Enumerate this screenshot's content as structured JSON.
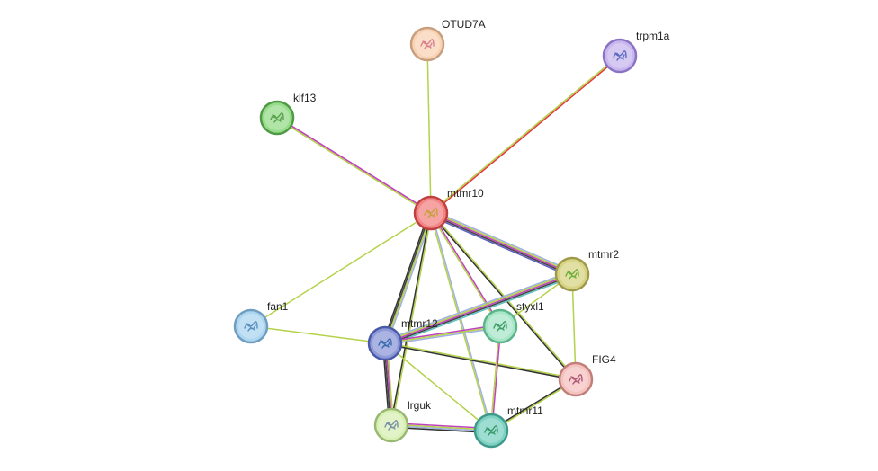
{
  "network": {
    "nodes": [
      {
        "id": "OTUD7A",
        "label": "OTUD7A",
        "fill": "#f9d3b6",
        "stroke": "#c79f7e",
        "art": "#d9808f"
      },
      {
        "id": "trpm1a",
        "label": "trpm1a",
        "fill": "#c8b7ee",
        "stroke": "#8a72c4",
        "art": "#5b6cc0"
      },
      {
        "id": "klf13",
        "label": "klf13",
        "fill": "#96dc8a",
        "stroke": "#4f9a44",
        "art": "#5aa04e"
      },
      {
        "id": "mtmr10",
        "label": "mtmr10",
        "fill": "#f28585",
        "stroke": "#c23f3f",
        "art": "#c8a040"
      },
      {
        "id": "mtmr2",
        "label": "mtmr2",
        "fill": "#d8d486",
        "stroke": "#9e9a4a",
        "art": "#6cae3a"
      },
      {
        "id": "fan1",
        "label": "fan1",
        "fill": "#aed6f0",
        "stroke": "#6f9ec0",
        "art": "#5a8fbe"
      },
      {
        "id": "styxl1",
        "label": "styxl1",
        "fill": "#a8e6c8",
        "stroke": "#5db48a",
        "art": "#3e9e6a"
      },
      {
        "id": "mtmr12",
        "label": "mtmr12",
        "fill": "#8e9ad8",
        "stroke": "#4a5aa8",
        "art": "#3a6ab0"
      },
      {
        "id": "FIG4",
        "label": "FIG4",
        "fill": "#f4c3c0",
        "stroke": "#c27f7a",
        "art": "#b05a78"
      },
      {
        "id": "lrguk",
        "label": "lrguk",
        "fill": "#d8f0b4",
        "stroke": "#98b874",
        "art": "#7a8fa8"
      },
      {
        "id": "mtmr11",
        "label": "mtmr11",
        "fill": "#7ed2c2",
        "stroke": "#3f9a8c",
        "art": "#3a9a6e"
      }
    ],
    "edges": [
      {
        "source": "mtmr10",
        "target": "OTUD7A",
        "colors": [
          "#b4d24a"
        ]
      },
      {
        "source": "mtmr10",
        "target": "trpm1a",
        "colors": [
          "#b4d24a",
          "#e03a3a"
        ]
      },
      {
        "source": "mtmr10",
        "target": "klf13",
        "colors": [
          "#b4d24a",
          "#c040c0"
        ]
      },
      {
        "source": "mtmr10",
        "target": "fan1",
        "colors": [
          "#b4d24a"
        ]
      },
      {
        "source": "mtmr10",
        "target": "mtmr2",
        "colors": [
          "#a0b0e0",
          "#b4d24a",
          "#c040c0",
          "#444444",
          "#6060c0"
        ]
      },
      {
        "source": "mtmr10",
        "target": "mtmr12",
        "colors": [
          "#a0b0e0",
          "#b4d24a",
          "#444444",
          "#333333"
        ]
      },
      {
        "source": "mtmr10",
        "target": "styxl1",
        "colors": [
          "#c040c0",
          "#b4d24a"
        ]
      },
      {
        "source": "mtmr10",
        "target": "FIG4",
        "colors": [
          "#b4d24a",
          "#333333"
        ]
      },
      {
        "source": "mtmr10",
        "target": "lrguk",
        "colors": [
          "#b4d24a",
          "#333333"
        ]
      },
      {
        "source": "mtmr10",
        "target": "mtmr11",
        "colors": [
          "#a0b0e0",
          "#b4d24a"
        ]
      },
      {
        "source": "mtmr12",
        "target": "mtmr2",
        "colors": [
          "#a0b0e0",
          "#b4d24a",
          "#c040c0",
          "#444444",
          "#60c0c0"
        ]
      },
      {
        "source": "mtmr12",
        "target": "styxl1",
        "colors": [
          "#c040c0",
          "#b4d24a",
          "#a0b0e0"
        ]
      },
      {
        "source": "mtmr12",
        "target": "FIG4",
        "colors": [
          "#b4d24a",
          "#333333"
        ]
      },
      {
        "source": "mtmr12",
        "target": "lrguk",
        "colors": [
          "#b4d24a",
          "#c040c0",
          "#444444",
          "#333333"
        ]
      },
      {
        "source": "mtmr12",
        "target": "mtmr11",
        "colors": [
          "#b4d24a"
        ]
      },
      {
        "source": "mtmr12",
        "target": "fan1",
        "colors": [
          "#b4d24a"
        ]
      },
      {
        "source": "mtmr2",
        "target": "styxl1",
        "colors": [
          "#b4d24a"
        ]
      },
      {
        "source": "mtmr2",
        "target": "FIG4",
        "colors": [
          "#b4d24a"
        ]
      },
      {
        "source": "styxl1",
        "target": "mtmr11",
        "colors": [
          "#c040c0",
          "#b4d24a"
        ]
      },
      {
        "source": "FIG4",
        "target": "mtmr11",
        "colors": [
          "#b4d24a",
          "#333333"
        ]
      },
      {
        "source": "lrguk",
        "target": "mtmr11",
        "colors": [
          "#c040c0",
          "#b4d24a",
          "#a0b0e0",
          "#333333"
        ]
      }
    ]
  }
}
